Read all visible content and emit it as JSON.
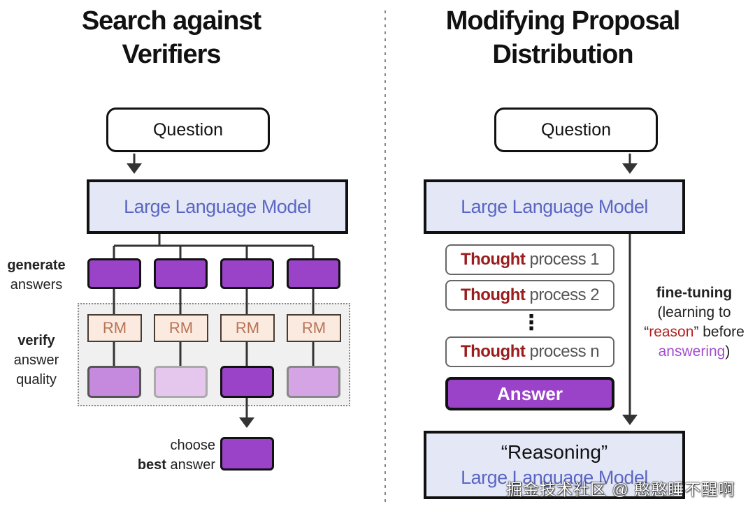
{
  "left": {
    "title_line1": "Search against",
    "title_line2": "Verifiers",
    "question": "Question",
    "llm": "Large Language Model",
    "generate_label_bold": "generate",
    "generate_label_rest": "answers",
    "verify_label_bold": "verify",
    "verify_label_line2": "answer",
    "verify_label_line3": "quality",
    "rm_labels": [
      "RM",
      "RM",
      "RM",
      "RM"
    ],
    "choose_label_line1": "choose",
    "choose_label_bold": "best",
    "choose_label_rest": "answer"
  },
  "right": {
    "title_line1": "Modifying Proposal",
    "title_line2": "Distribution",
    "question": "Question",
    "llm": "Large Language Model",
    "thoughts": [
      {
        "bold": "Thought",
        "rest": "process 1"
      },
      {
        "bold": "Thought",
        "rest": "process 2"
      },
      {
        "bold": "Thought",
        "rest": "process n"
      }
    ],
    "ellipsis": "⋮",
    "answer": "Answer",
    "finetune_bold": "fine-tuning",
    "finetune_line2": "(learning to",
    "finetune_quote_open": "“",
    "finetune_reason": "reason",
    "finetune_quote_close": "” before",
    "finetune_answering": "answering",
    "finetune_paren": ")",
    "reasoning_title": "“Reasoning”",
    "reasoning_sub": "Large Language Model"
  },
  "watermark": "掘金技术社区 @ 憨憨睡不醒啊",
  "colors": {
    "llm_text": "#5b66c4",
    "llm_fill": "#e4e8f6",
    "answer_purple": "#9a42c8",
    "thought_red": "#9b1c1c",
    "reason_red": "#b51f1f",
    "answering_purple": "#a24fd0",
    "rm_fill": "#fbeae0",
    "rm_text": "#b87454"
  }
}
